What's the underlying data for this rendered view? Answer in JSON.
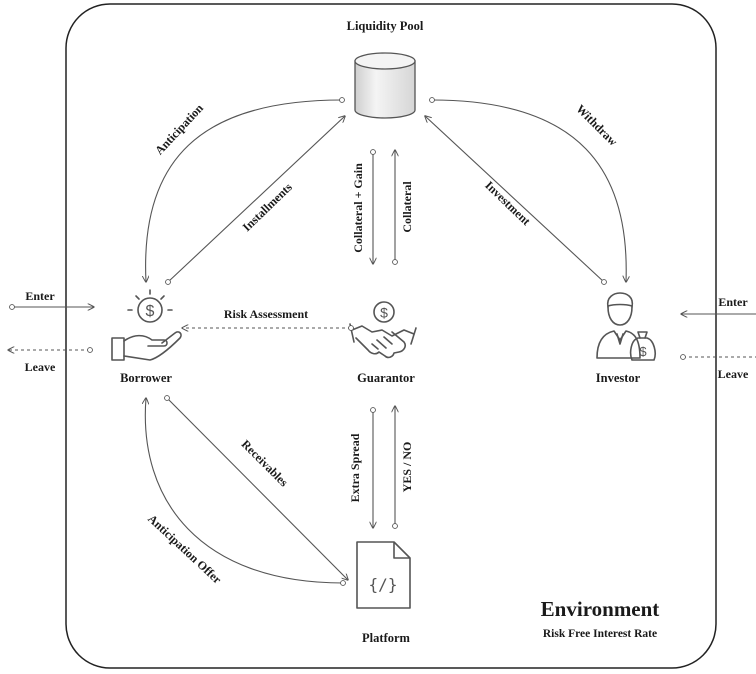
{
  "nodes": {
    "liquidity_pool": "Liquidity Pool",
    "borrower": "Borrower",
    "guarantor": "Guarantor",
    "investor": "Investor",
    "platform": "Platform"
  },
  "edges": {
    "anticipation": "Anticipation",
    "installments": "Installments",
    "collateral_gain": "Collateral + Gain",
    "collateral": "Collateral",
    "withdraw": "Withdraw",
    "investment": "Investment",
    "risk_assessment": "Risk Assessment",
    "receivables": "Receivables",
    "anticipation_offer": "Anticipation Offer",
    "extra_spread": "Extra Spread",
    "yes_no": "YES / NO",
    "enter_left": "Enter",
    "leave_left": "Leave",
    "enter_right": "Enter",
    "leave_right": "Leave"
  },
  "environment": {
    "title": "Environment",
    "subtitle": "Risk Free Interest Rate"
  },
  "icons": {
    "platform_glyph": "{/}",
    "borrower_coin": "$",
    "guarantor_coin": "$",
    "investor_bag": "$"
  }
}
